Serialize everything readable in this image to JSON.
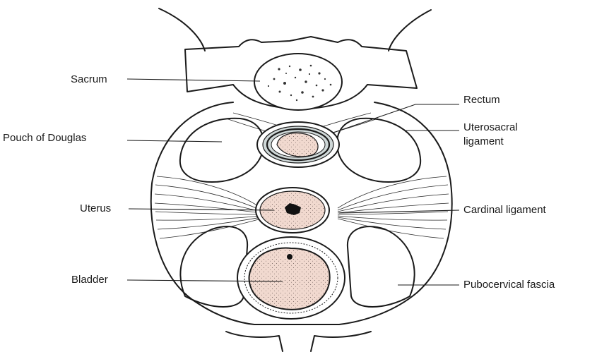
{
  "labels": {
    "sacrum": "Sacrum",
    "pouch_of_douglas": "Pouch of Douglas",
    "uterus": "Uterus",
    "bladder": "Bladder",
    "rectum": "Rectum",
    "uterosacral_line1": "Uterosacral",
    "uterosacral_line2": "ligament",
    "cardinal_ligament": "Cardinal ligament",
    "pubocervical_fascia": "Pubocervical fascia"
  },
  "colors": {
    "organ_fill": "#f1d9cf",
    "line": "#1a1a1a",
    "background": "#ffffff"
  }
}
